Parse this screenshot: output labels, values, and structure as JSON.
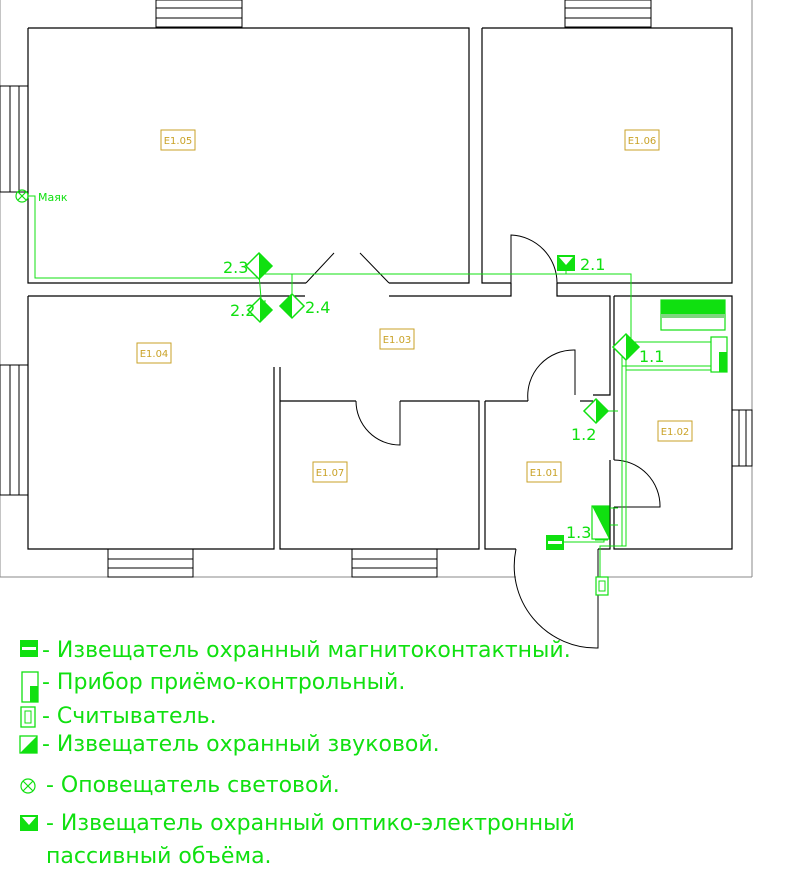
{
  "rooms": [
    {
      "id": "r105",
      "label": "E1.05"
    },
    {
      "id": "r106",
      "label": "E1.06"
    },
    {
      "id": "r104",
      "label": "E1.04"
    },
    {
      "id": "r103",
      "label": "E1.03"
    },
    {
      "id": "r107",
      "label": "E1.07"
    },
    {
      "id": "r101",
      "label": "E1.01"
    },
    {
      "id": "r102",
      "label": "E1.02"
    }
  ],
  "devices": {
    "d21": "2.1",
    "d22": "2.2",
    "d23": "2.3",
    "d24": "2.4",
    "d11": "1.1",
    "d12": "1.2",
    "d13": "1.3",
    "beacon": "Маяк"
  },
  "legend": [
    "- Извещатель охранный магнитоконтактный.",
    "- Прибор приёмо-контрольный.",
    "- Считыватель.",
    "- Извещатель охранный звуковой.",
    "- Оповещатель световой.",
    "- Извещатель охранный оптико-электронный",
    "пассивный объёма."
  ],
  "colors": {
    "wall": "#000000",
    "device": "#10e010",
    "room_label": "#c9a227"
  }
}
